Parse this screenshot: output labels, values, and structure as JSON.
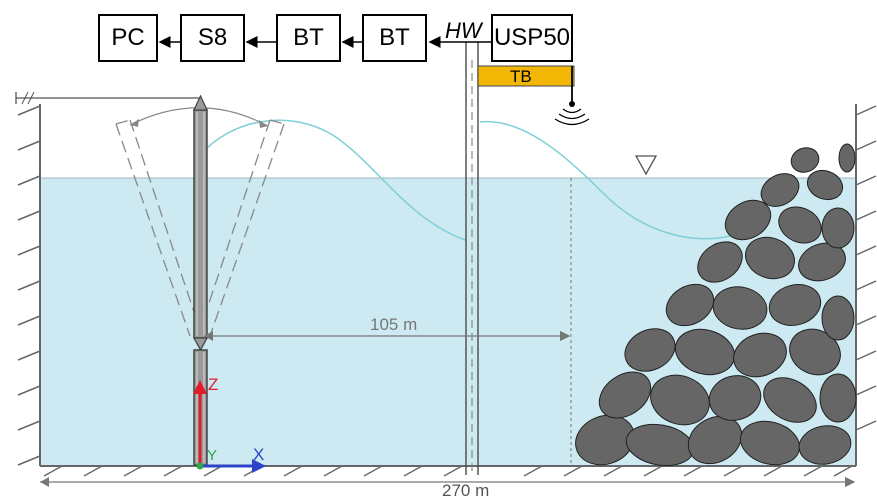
{
  "chain": {
    "pc": "PC",
    "s8": "S8",
    "bt1": "BT",
    "bt2": "BT",
    "usp": "USP50",
    "hw": "HW",
    "tb": "TB"
  },
  "dimensions": {
    "horizontal": "105 m",
    "total": "270 m"
  },
  "axes": {
    "z": "Z",
    "y": "Y",
    "x": "X"
  },
  "colors": {
    "water": "#cdeaf2",
    "water_line": "#7fcfd6",
    "rock": "#666666",
    "tb": "#f2b705",
    "z_axis": "#e11d2a",
    "x_axis": "#2b44c8",
    "y_axis": "#2aa84a"
  }
}
